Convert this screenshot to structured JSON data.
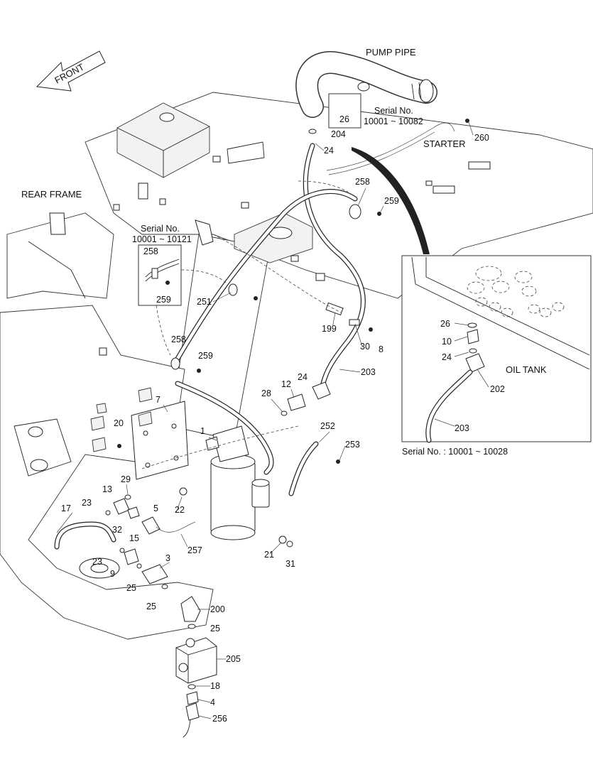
{
  "captions": {
    "front": "FRONT",
    "pump_pipe": "PUMP PIPE",
    "rear_frame": "REAR FRAME",
    "starter": "STARTER",
    "oil_tank": "OIL TANK"
  },
  "serial_notes": {
    "upper_right": [
      "Serial No.",
      "10001 ~ 10082"
    ],
    "left": [
      "Serial No.",
      "10001 ~ 10121"
    ],
    "inset": "Serial No. : 10001 ~ 10028"
  },
  "part_labels": [
    "26",
    "204",
    "24",
    "260",
    "258",
    "259",
    "258",
    "259",
    "251",
    "258",
    "259",
    "199",
    "30",
    "8",
    "203",
    "28",
    "12",
    "24",
    "7",
    "20",
    "1",
    "252",
    "253",
    "29",
    "13",
    "22",
    "5",
    "17",
    "23",
    "32",
    "15",
    "257",
    "21",
    "31",
    "23",
    "9",
    "3",
    "25",
    "25",
    "200",
    "25",
    "205",
    "18",
    "4",
    "256",
    "26",
    "10",
    "24",
    "202",
    "203"
  ]
}
